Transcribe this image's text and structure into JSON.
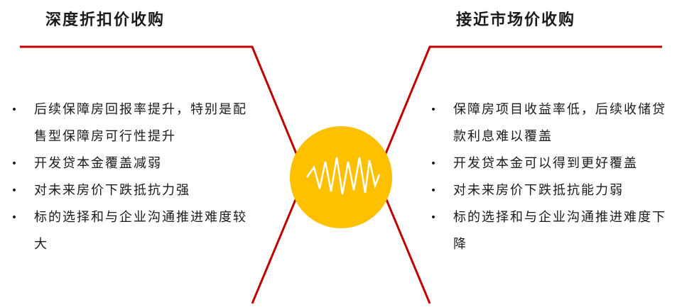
{
  "left": {
    "title": "深度折扣价收购",
    "items": [
      "后续保障房回报率提升，特别是配售型保障房可行性提升",
      "开发贷本金覆盖减弱",
      "对未来房价下跌抵抗力强",
      "标的选择和与企业沟通推进难度较大"
    ]
  },
  "right": {
    "title": "接近市场价收购",
    "items": [
      "保障房项目收益率低，后续收储贷款利息难以覆盖",
      "开发贷本金可以得到更好覆盖",
      "对未来房价下跌抵抗能力弱",
      "标的选择和与企业沟通推进难度下降"
    ]
  },
  "colors": {
    "line": "#c00000",
    "circle": "#ffc000",
    "wave": "#ffffff",
    "text": "#1a1a1a"
  },
  "icons": {
    "center": "zigzag-wave-icon"
  }
}
